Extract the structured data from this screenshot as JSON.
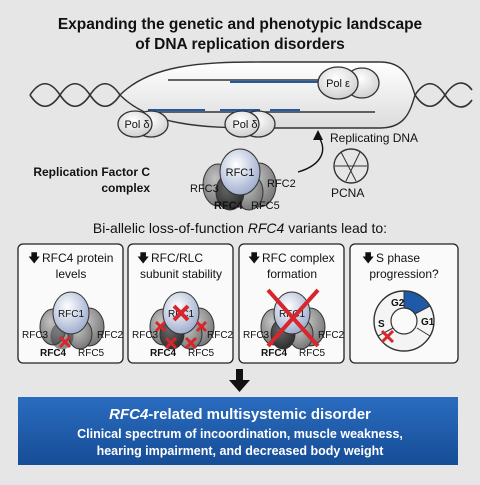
{
  "title": {
    "line1": "Expanding the genetic and phenotypic landscape",
    "line2": "of DNA replication disorders"
  },
  "replication": {
    "pol_epsilon": "Pol ε",
    "pol_delta_left": "Pol δ",
    "pol_delta_right": "Pol δ",
    "replicating_dna": "Replicating DNA"
  },
  "rfc_complex": {
    "label_line1": "Replication Factor C",
    "label_line2": "complex",
    "rfc1": "RFC1",
    "rfc2": "RFC2",
    "rfc3": "RFC3",
    "rfc4": "RFC4",
    "rfc5": "RFC5",
    "pcna": "PCNA"
  },
  "effects_heading": {
    "prefix": "Bi-allelic loss-of-function ",
    "gene": "RFC4",
    "suffix": " variants lead to:"
  },
  "panels": [
    {
      "line1": "RFC4 protein",
      "line2": "levels",
      "rfc1": "RFC1",
      "rfc2": "RFC2",
      "rfc3": "RFC3",
      "rfc4": "RFC4",
      "rfc5": "RFC5"
    },
    {
      "line1": "RFC/RLC",
      "line2": "subunit stability",
      "rfc1": "RFC1",
      "rfc2": "RFC2",
      "rfc3": "RFC3",
      "rfc4": "RFC4",
      "rfc5": "RFC5"
    },
    {
      "line1": "RFC complex",
      "line2": "formation",
      "rfc1": "RFC1",
      "rfc2": "RFC2",
      "rfc3": "RFC3",
      "rfc4": "RFC4",
      "rfc5": "RFC5"
    },
    {
      "line1": "S phase",
      "line2": "progression?",
      "g2": "G2",
      "g1": "G1",
      "s": "S"
    }
  ],
  "outcome": {
    "gene": "RFC4",
    "title_rest": "-related multisystemic disorder",
    "line1": "Clinical spectrum of incoordination, muscle weakness,",
    "line2": "hearing impairment, and decreased body weight"
  },
  "colors": {
    "background": "#e6e6e6",
    "outcome_box": "#1e5aa8",
    "cross": "#d7262c",
    "rfc1": "#b7c5e3",
    "rfc4": "#3d3d3d",
    "rfc_grey": "#8c8c8c"
  }
}
